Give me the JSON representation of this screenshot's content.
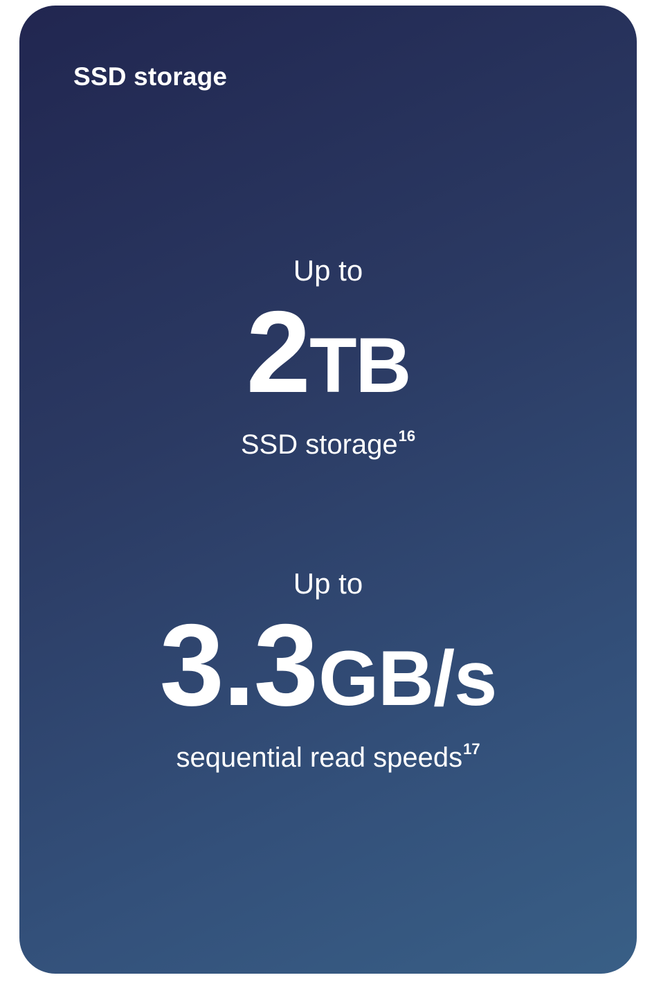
{
  "card": {
    "label": "SSD storage",
    "background_colors": [
      "#212650",
      "#395f86"
    ],
    "text_color": "#ffffff"
  },
  "stats": [
    {
      "eyebrow": "Up to",
      "value": "2",
      "unit": "TB",
      "caption": "SSD storage",
      "footnote": "16"
    },
    {
      "eyebrow": "Up to",
      "value": "3.3",
      "unit": "GB/s",
      "caption": "sequential read speeds",
      "footnote": "17"
    }
  ]
}
